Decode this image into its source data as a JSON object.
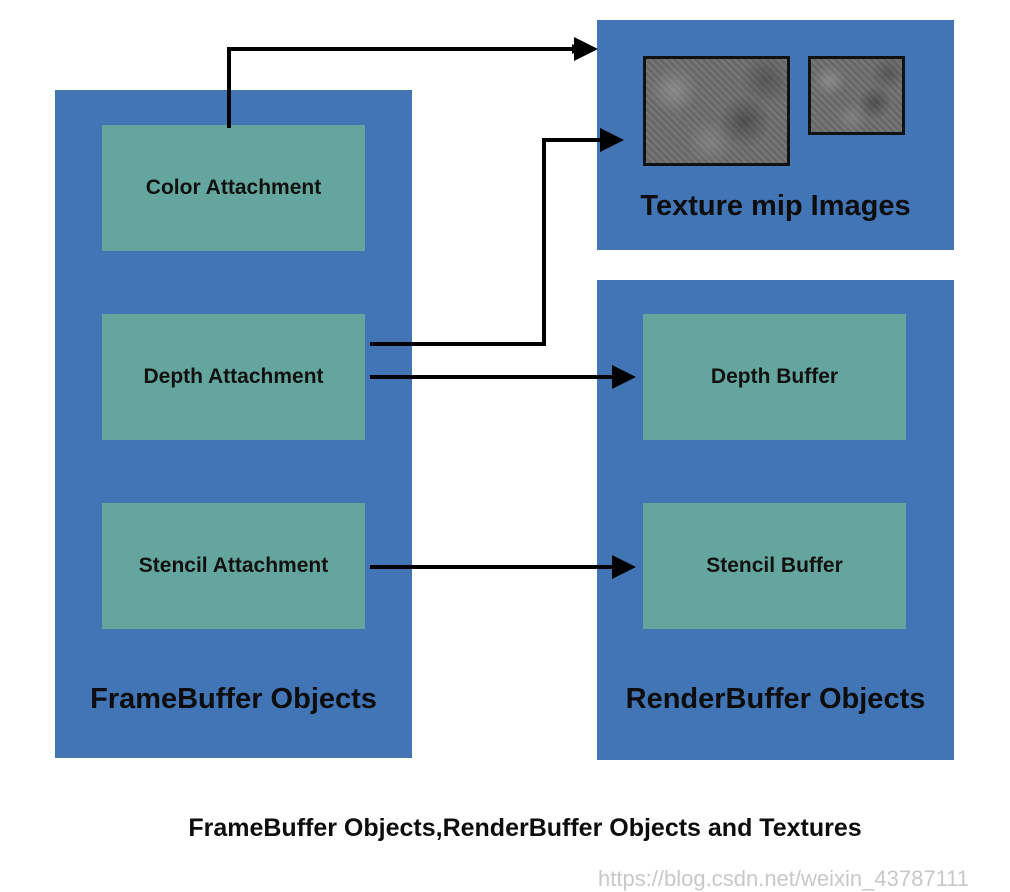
{
  "diagram": {
    "fbo": {
      "title": "FrameBuffer Objects",
      "color_attachment": "Color Attachment",
      "depth_attachment": "Depth Attachment",
      "stencil_attachment": "Stencil Attachment"
    },
    "texture": {
      "title": "Texture mip Images",
      "images": [
        "mip-level-0",
        "mip-level-1"
      ]
    },
    "rbo": {
      "title": "RenderBuffer Objects",
      "depth_buffer": "Depth Buffer",
      "stencil_buffer": "Stencil Buffer"
    },
    "connections": [
      {
        "from": "Color Attachment",
        "to": "Texture mip Images"
      },
      {
        "from": "Depth Attachment",
        "to": "Texture mip Images"
      },
      {
        "from": "Depth Attachment",
        "to": "Depth Buffer"
      },
      {
        "from": "Stencil Attachment",
        "to": "Stencil Buffer"
      }
    ],
    "colors": {
      "panel": "#4275b5",
      "box": "#64a69e",
      "arrow": "#000000"
    }
  },
  "caption": "FrameBuffer Objects,RenderBuffer Objects and Textures",
  "watermark": "https://blog.csdn.net/weixin_43787111"
}
